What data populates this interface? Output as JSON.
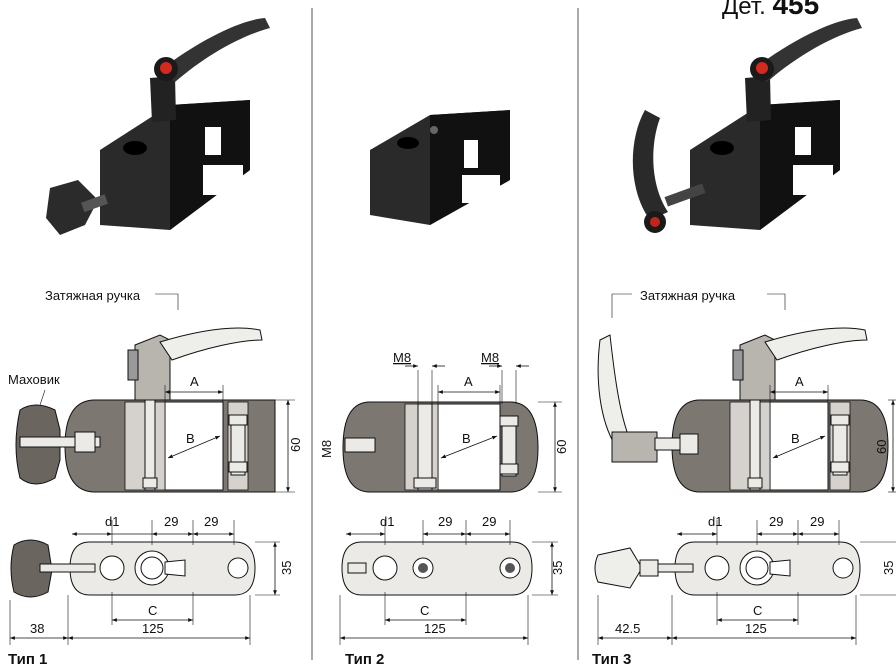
{
  "header_code_prefix": "Дет.",
  "header_code_number": "455",
  "labels": {
    "handle": "Затяжная ручка",
    "handwheel": "Маховик",
    "m8": "M8",
    "a": "A",
    "b": "B",
    "c": "C",
    "d1": "d1",
    "h60": "60",
    "w29": "29",
    "h35": "35",
    "l125": "125",
    "l38": "38",
    "l425": "42.5"
  },
  "types": [
    "Тип 1",
    "Тип 2",
    "Тип 3"
  ]
}
